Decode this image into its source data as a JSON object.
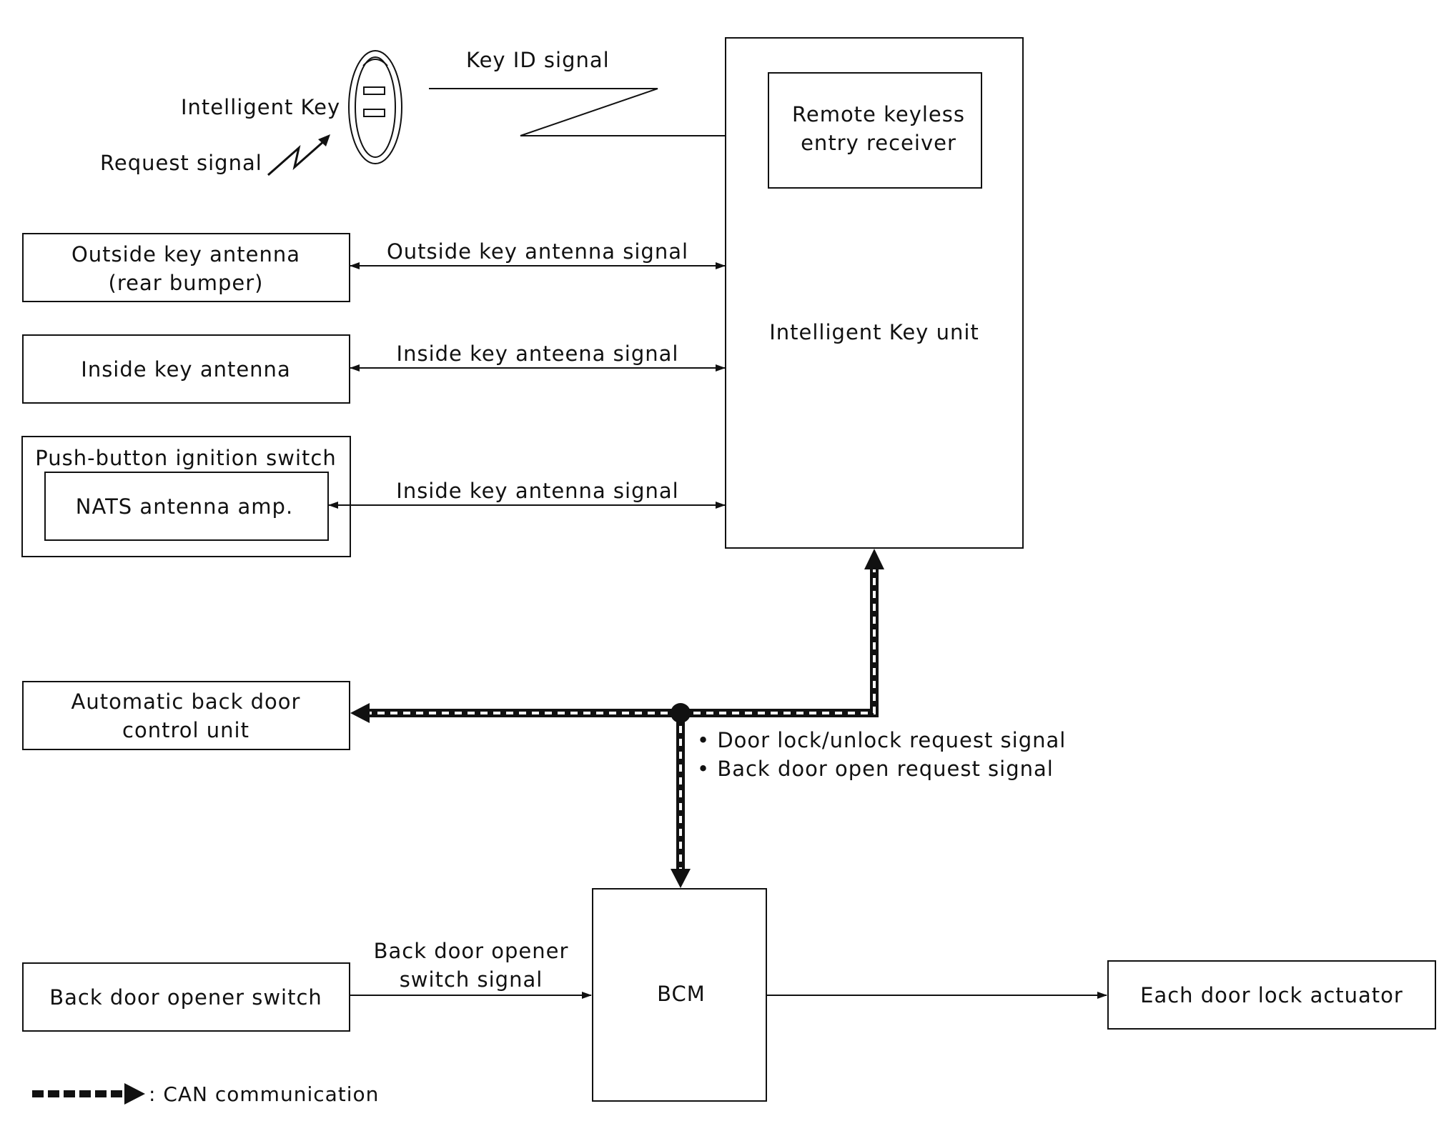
{
  "components": {
    "intelligent_key": "Intelligent Key",
    "request_signal": "Request signal",
    "key_id_signal": "Key ID signal",
    "rke_receiver": [
      "Remote keyless",
      "entry receiver"
    ],
    "intelligent_key_unit": "Intelligent Key unit",
    "outside_key_antenna": [
      "Outside key antenna",
      "(rear bumper)"
    ],
    "inside_key_antenna": "Inside key antenna",
    "push_button_ignition": "Push-button ignition switch",
    "nats_antenna_amp": "NATS antenna amp.",
    "auto_back_door": [
      "Automatic back door",
      "control unit"
    ],
    "bcm": "BCM",
    "back_door_opener_switch": "Back door opener switch",
    "each_door_lock_actuator": "Each door lock actuator"
  },
  "signals": {
    "outside_key_antenna_signal": "Outside key antenna signal",
    "inside_key_anteena_signal": "Inside key anteena signal",
    "inside_key_antenna_signal": "Inside key antenna signal",
    "can_messages": [
      "• Door lock/unlock request signal",
      "• Back door open request signal"
    ],
    "back_door_opener_switch_signal": [
      "Back door opener",
      "switch signal"
    ]
  },
  "legend": {
    "can_communication": ": CAN communication"
  },
  "colors": {
    "line": "#111111",
    "background": "#ffffff"
  }
}
